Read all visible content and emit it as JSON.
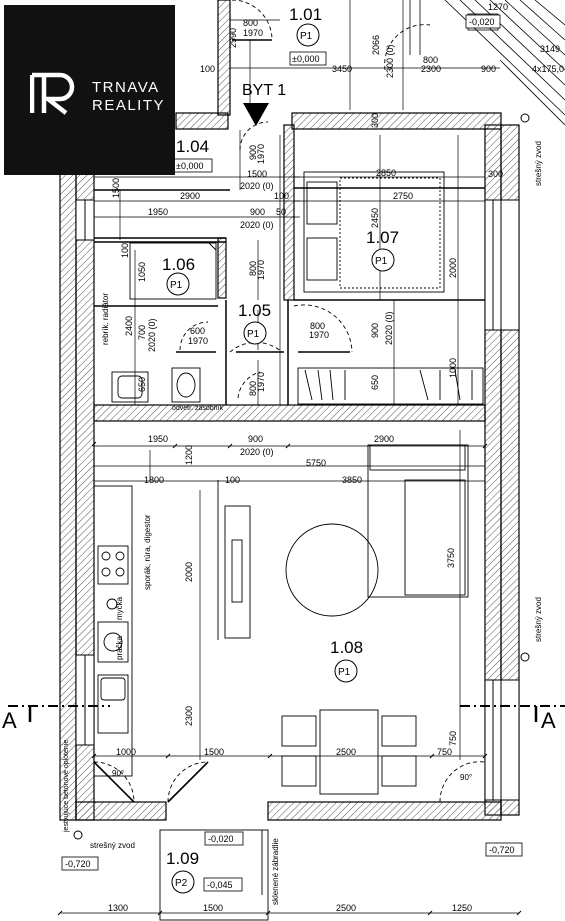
{
  "logo": {
    "line1": "TRNAVA",
    "line2": "REALITY"
  },
  "unit_label": "BYT 1",
  "section_mark": "A",
  "rooms": [
    {
      "id": "1.01",
      "floor": "P1",
      "level": "±0,000"
    },
    {
      "id": "1.04",
      "floor": "",
      "level": "±0,000"
    },
    {
      "id": "1.05",
      "floor": "P1",
      "level": ""
    },
    {
      "id": "1.06",
      "floor": "P1",
      "level": ""
    },
    {
      "id": "1.07",
      "floor": "P1",
      "level": ""
    },
    {
      "id": "1.08",
      "floor": "P1",
      "level": ""
    },
    {
      "id": "1.09",
      "floor": "P2",
      "level": "-0,045"
    }
  ],
  "levels": {
    "top_right": "-0,020",
    "bottom_left": "-0,720",
    "bottom_right": "-0,720",
    "bottom_door": "-0,020"
  },
  "notes": {
    "downpipe": "strešný zvod",
    "radiator": "rebrík. radiátor",
    "hob": "sporák, rúra, digestor",
    "dishwasher": "myčka",
    "washer": "práčka",
    "railing": "sklenené zábradlie",
    "concrete": "jestvujúce betónové oplotenie",
    "lid": "odvetr. zásobník",
    "angle": "90°",
    "stair_top": "1270",
    "stair_step": "4x175,0",
    "stair_len": "3149"
  },
  "dimensions": {
    "d800a": "800",
    "d1970a": "1970",
    "d2990": "2990",
    "d100a": "100",
    "d3450": "3450",
    "d2066": "2066",
    "d2300_0": "2300 (0)",
    "d800b": "800",
    "d2300": "2300",
    "d900top": "900",
    "d900v": "900",
    "d1970v": "1970",
    "d1500h": "1500",
    "d2020a": "2020 (0)",
    "d2900a": "2900",
    "d100b": "100",
    "d1500v": "1500",
    "d1950a": "1950",
    "d900a": "900",
    "d50": "50",
    "d2020b": "2020 (0)",
    "d300a": "300",
    "d2850": "2850",
    "d300b": "300",
    "d2750": "2750",
    "d2450": "2450",
    "d2000a": "2000",
    "d100c": "100",
    "d1050": "1050",
    "d800c": "800",
    "d1970c": "1970",
    "d2400": "2400",
    "d600": "600",
    "d1970d": "1970",
    "d700": "700",
    "d2020c": "2020 (0)",
    "d800d": "800",
    "d1970e": "1970",
    "d900b": "900",
    "d2020d": "2020 (0)",
    "d1000a": "1000",
    "d650a": "650",
    "d800e": "800",
    "d1970f": "1970",
    "d650b": "650",
    "d1950b": "1950",
    "d900c": "900",
    "d2900b": "2900",
    "d2020e": "2020 (0)",
    "d1200": "1200",
    "d5750": "5750",
    "d1800": "1800",
    "d100d": "100",
    "d3850": "3850",
    "d2000b": "2000",
    "d3750": "3750",
    "d2300b": "2300",
    "d1000b": "1000",
    "d1500b": "1500",
    "d2500a": "2500",
    "d750a": "750",
    "d750b": "750",
    "d1300": "1300",
    "d1500c": "1500",
    "d2500b": "2500",
    "d1250": "1250"
  },
  "colors": {
    "logo_bg": "#111111",
    "line": "#000000",
    "hatch": "#555555"
  }
}
